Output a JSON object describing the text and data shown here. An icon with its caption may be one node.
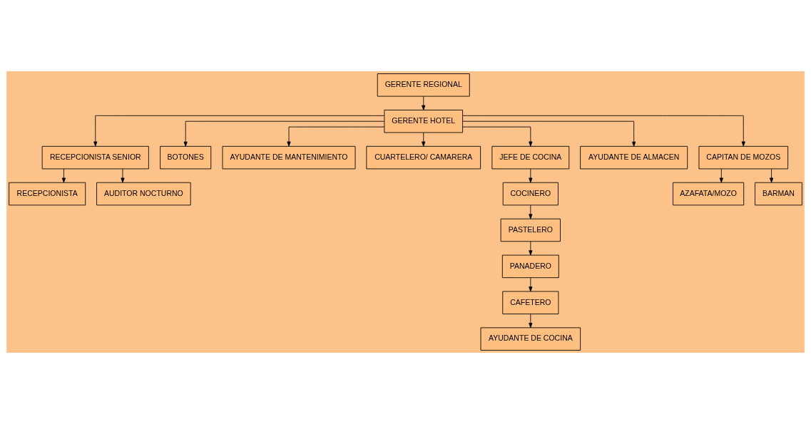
{
  "diagram": {
    "nodes": [
      {
        "text": [
          "GERENTE REGIONAL"
        ]
      },
      {
        "text": [
          "GERENTE HOTEL"
        ]
      },
      {
        "text": [
          "RECEPCIONISTA SENIOR"
        ]
      },
      {
        "text": [
          "BOTONES"
        ]
      },
      {
        "text": [
          "AYUDANTE DE MANTENIMIENTO"
        ]
      },
      {
        "text": [
          "CUARTELERO/ CAMARERA"
        ]
      },
      {
        "text": [
          "JEFE DE COCINA"
        ]
      },
      {
        "text": [
          "AYUDANTE DE ALMACEN"
        ]
      },
      {
        "text": [
          "CAPITAN DE MOZOS"
        ]
      },
      {
        "text": [
          "RECEPCIONISTA"
        ]
      },
      {
        "text": [
          "AUDITOR NOCTURNO"
        ]
      },
      {
        "text": [
          "COCINERO"
        ]
      },
      {
        "text": [
          "PASTELERO"
        ]
      },
      {
        "text": [
          "PANADERO"
        ]
      },
      {
        "text": [
          "CAFETERO"
        ]
      },
      {
        "text": [
          "AYUDANTE DE COCINA"
        ]
      },
      {
        "text": [
          "AZAFATA/MOZO"
        ]
      },
      {
        "text": [
          "BARMAN"
        ]
      }
    ],
    "edges": [
      {
        "from": 0,
        "to": 1,
        "arrow": "to"
      },
      {
        "from": 1,
        "to": 2,
        "arrow": "to"
      },
      {
        "from": 1,
        "to": 3,
        "arrow": "to"
      },
      {
        "from": 1,
        "to": 4,
        "arrow": "to"
      },
      {
        "from": 1,
        "to": 5,
        "arrow": "to"
      },
      {
        "from": 1,
        "to": 6,
        "arrow": "to"
      },
      {
        "from": 1,
        "to": 7,
        "arrow": "to"
      },
      {
        "from": 1,
        "to": 8,
        "arrow": "to"
      },
      {
        "from": 2,
        "to": 9,
        "arrow": "to"
      },
      {
        "from": 2,
        "to": 10,
        "arrow": "to"
      },
      {
        "from": 6,
        "to": 11,
        "arrow": "to"
      },
      {
        "from": 11,
        "to": 12,
        "arrow": "to"
      },
      {
        "from": 12,
        "to": 13,
        "arrow": "to"
      },
      {
        "from": 13,
        "to": 14,
        "arrow": "to"
      },
      {
        "from": 14,
        "to": 15,
        "arrow": "to"
      },
      {
        "from": 8,
        "to": 16,
        "arrow": "to"
      },
      {
        "from": 8,
        "to": 17,
        "arrow": "to"
      }
    ]
  }
}
